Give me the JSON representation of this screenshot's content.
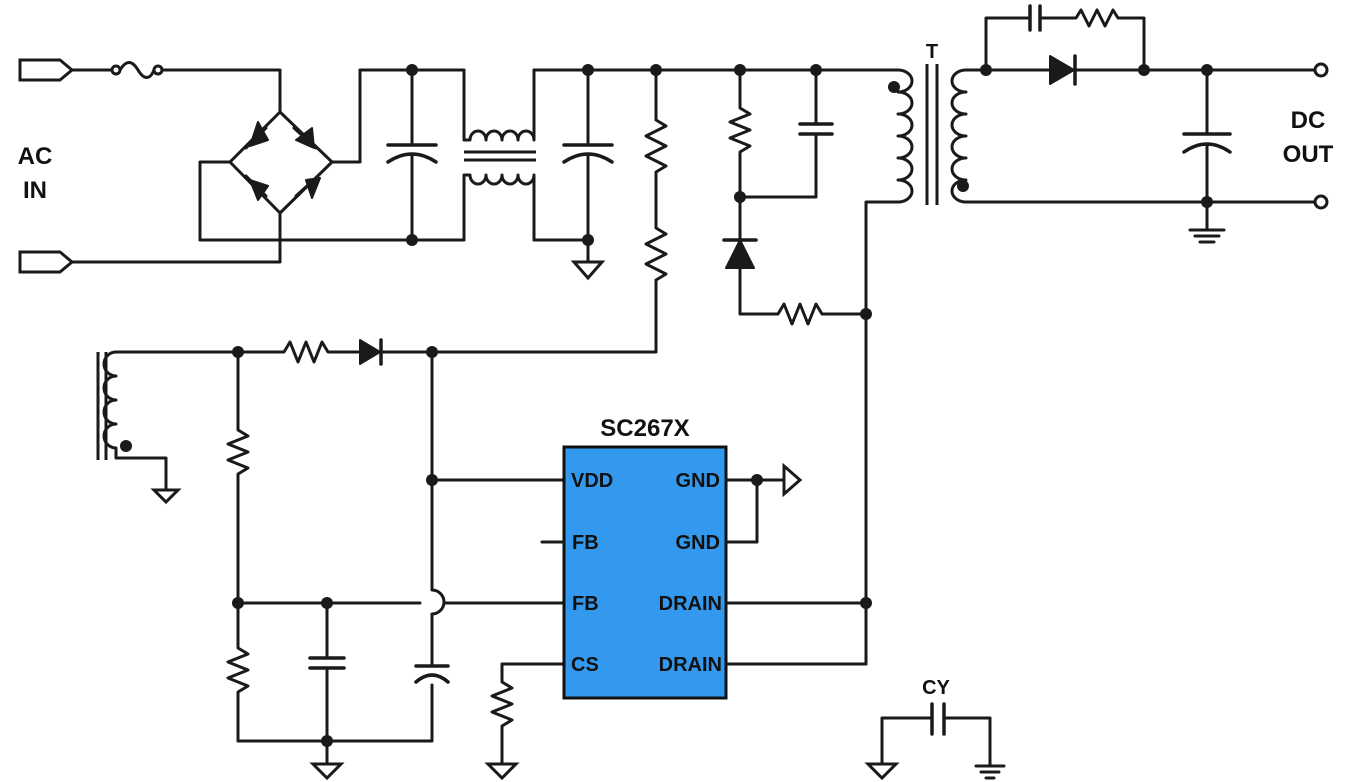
{
  "labels": {
    "ac_in_line1": "AC",
    "ac_in_line2": "IN",
    "dc_out_line1": "DC",
    "dc_out_line2": "OUT",
    "transformer": "T",
    "y_capacitor": "CY"
  },
  "ic": {
    "name": "SC267X",
    "fill_color": "#3399ee",
    "pins_left": [
      "VDD",
      "FB",
      "FB",
      "CS"
    ],
    "pins_right": [
      "GND",
      "GND",
      "DRAIN",
      "DRAIN"
    ]
  }
}
